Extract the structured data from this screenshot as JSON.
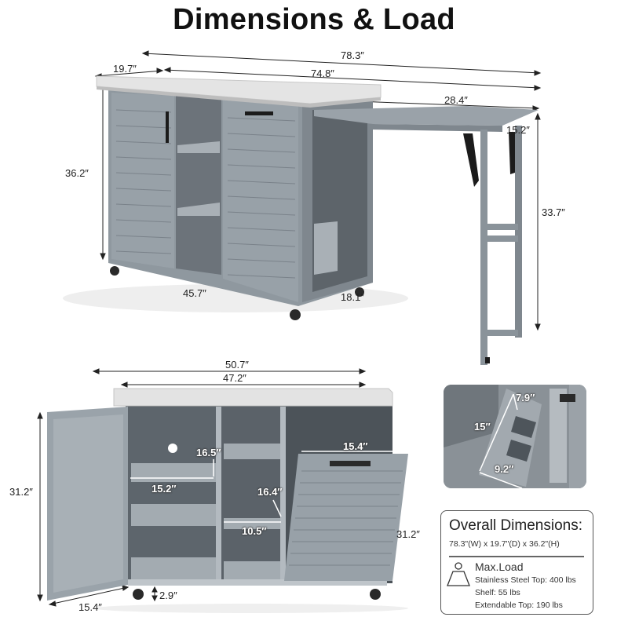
{
  "title": "Dimensions & Load",
  "top_view": {
    "overall_width": "78.3″",
    "top_width": "74.8″",
    "depth": "19.7″",
    "height": "36.2″",
    "base_width": "45.7″",
    "base_depth": "18.1″",
    "extension_length": "28.4″",
    "extension_depth": "15.2″",
    "extension_height": "33.7″"
  },
  "front_view": {
    "width_with_door": "50.7″",
    "top_width": "47.2″",
    "height": "31.2″",
    "door_width": "15.4″",
    "shelf_height": "16.5″",
    "shelf_width": "15.2″",
    "center_shelf_height": "16.4″",
    "center_shelf_width": "10.5″",
    "bin_door_width": "15.4″",
    "bin_door_height": "31.2″",
    "caster_clearance": "2.9″"
  },
  "detail_inset": {
    "top_width": "7.9″",
    "length": "15″",
    "bottom_width": "9.2″"
  },
  "info_box": {
    "heading": "Overall Dimensions:",
    "dimensions": "78.3\"(W) x 19.7\"(D) x 36.2\"(H)",
    "load_heading": "Max.Load",
    "load_items": [
      "Stainless Steel Top: 400 lbs",
      "Shelf: 55 lbs",
      "Extendable Top: 190 lbs"
    ],
    "icon": "weight-icon"
  },
  "colors": {
    "wood": "#8d969e",
    "wood_light": "#a9b0b6",
    "steel_top": "#e3e3e3",
    "dark": "#3a3f44",
    "hardware": "#1b1b1b"
  }
}
